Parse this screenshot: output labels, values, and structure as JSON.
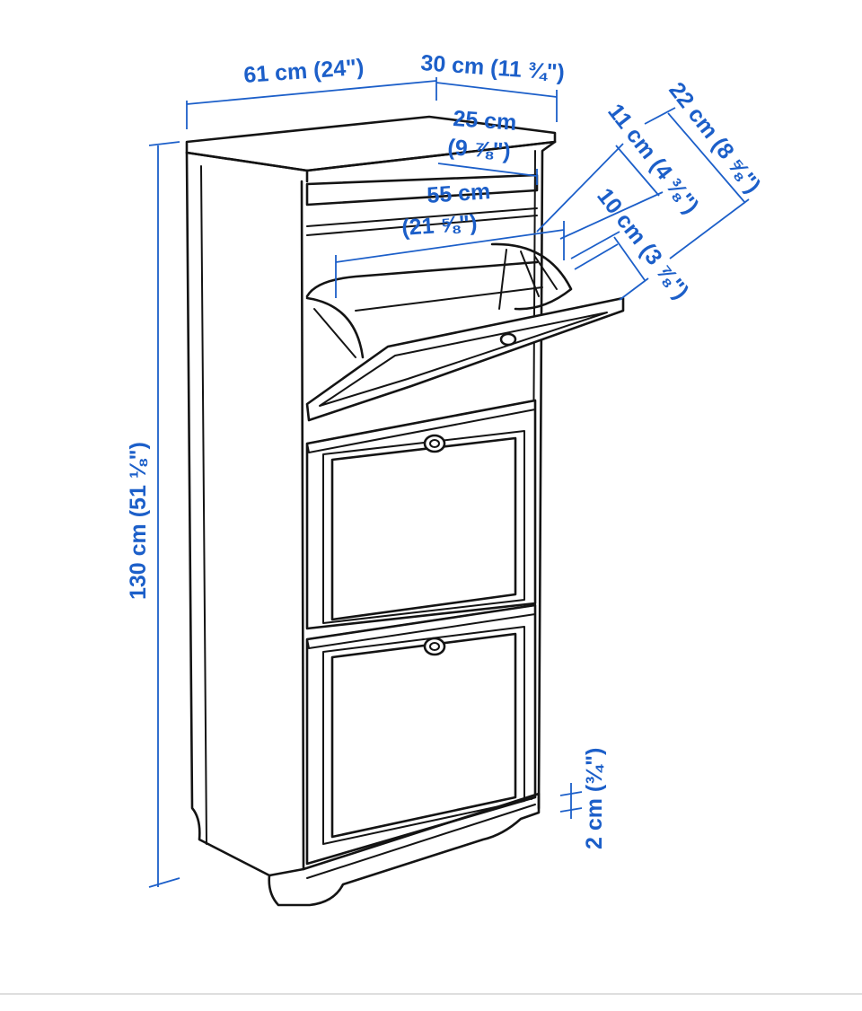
{
  "colors": {
    "dimension": "#1c5fc9",
    "outline": "#141414",
    "background": "#ffffff"
  },
  "dimensions": {
    "width": "61 cm (24\")",
    "depth": "30 cm (11 ¾\")",
    "inner_depth_cm": "25 cm",
    "inner_depth_in": "(9 ⅞\")",
    "inner_width_cm": "55 cm",
    "inner_width_in": "(21 ⅝\")",
    "compartment_depth": "11 cm (4 ⅜\")",
    "open_depth": "22 cm (8 ⅝\")",
    "flap_depth": "10 cm (3 ⅞\")",
    "height": "130 cm (51 ⅛\")",
    "floor_clearance": "2 cm (¾\")"
  }
}
